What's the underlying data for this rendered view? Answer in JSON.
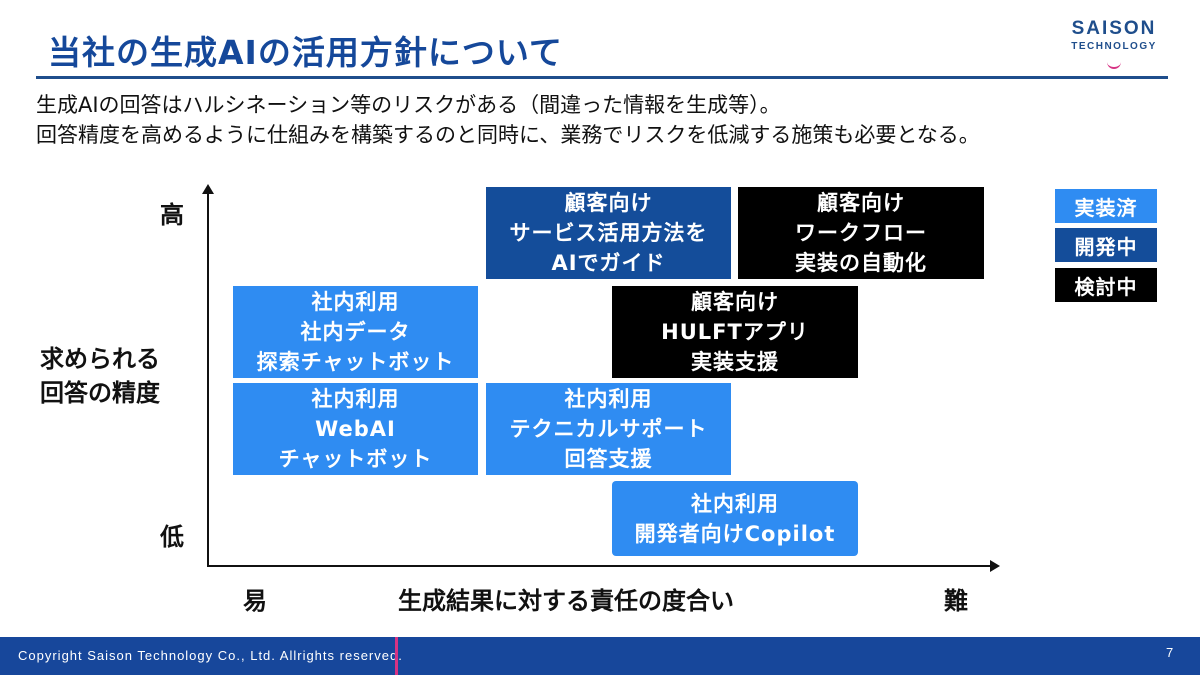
{
  "slide": {
    "title": "当社の生成AIの活用方針について",
    "logo": {
      "line1": "SAISON",
      "line2": "TECHNOLOGY"
    },
    "intro_lines": [
      "生成AIの回答はハルシネーション等のリスクがある（間違った情報を生成等）。",
      "回答精度を高めるように仕組みを構築するのと同時に、業務でリスクを低減する施策も必要となる。"
    ]
  },
  "axes": {
    "y_high": "高",
    "y_low": "低",
    "y_title": [
      "求められる",
      "回答の精度"
    ],
    "x_easy": "易",
    "x_title": "生成結果に対する責任の度合い",
    "x_hard": "難"
  },
  "legend": [
    {
      "label": "実装済",
      "status": "done",
      "color": "#2f8cf2"
    },
    {
      "label": "開発中",
      "status": "dev",
      "color": "#144d9a"
    },
    {
      "label": "検討中",
      "status": "plan",
      "color": "#000000"
    }
  ],
  "items": [
    {
      "id": "guide",
      "status": "dev",
      "lines": [
        "顧客向け",
        "サービス活用方法を",
        "AIでガイド"
      ]
    },
    {
      "id": "workflow",
      "status": "plan",
      "lines": [
        "顧客向け",
        "ワークフロー",
        "実装の自動化"
      ]
    },
    {
      "id": "search",
      "status": "done",
      "lines": [
        "社内利用",
        "社内データ",
        "探索チャットボット"
      ]
    },
    {
      "id": "hulft",
      "status": "plan",
      "lines": [
        "顧客向け",
        "HULFTアプリ",
        "実装支援"
      ]
    },
    {
      "id": "webai",
      "status": "done",
      "lines": [
        "社内利用",
        "WebAI",
        "チャットボット"
      ]
    },
    {
      "id": "support",
      "status": "done",
      "lines": [
        "社内利用",
        "テクニカルサポート",
        "回答支援"
      ]
    },
    {
      "id": "copilot",
      "status": "done",
      "lines": [
        "社内利用",
        "開発者向けCopilot"
      ]
    }
  ],
  "footer": {
    "copyright": "Copyright Saison Technology Co., Ltd. Allrights reserved.",
    "page": "7"
  }
}
